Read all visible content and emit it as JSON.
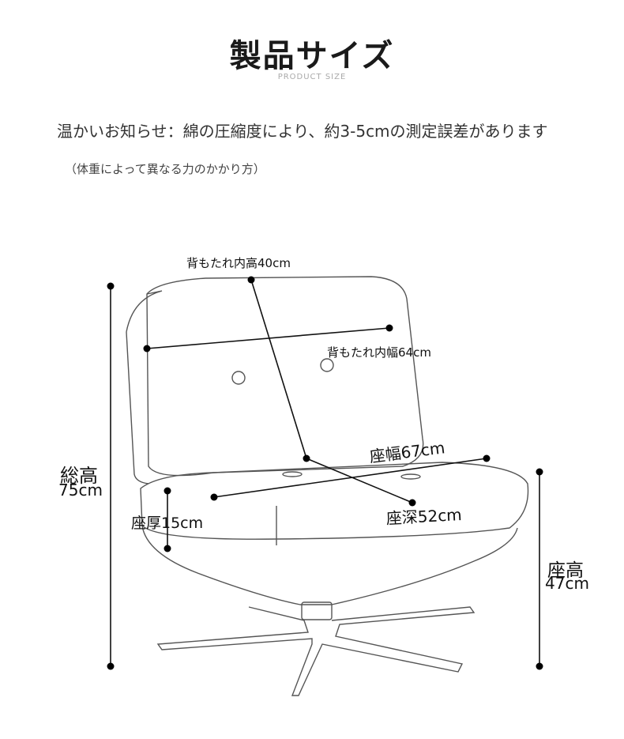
{
  "header": {
    "title": "製品サイズ",
    "subtitle": "PRODUCT SIZE"
  },
  "notice": "温かいお知らせ：綿の圧縮度により、約3-5cmの測定誤差があります",
  "note": "（体重によって異なる力のかかり方）",
  "dimensions": {
    "backrest_inner_height": "背もたれ内高40cm",
    "backrest_inner_width": "背もたれ内幅64cm",
    "seat_width": "座幅67cm",
    "seat_depth": "座深52cm",
    "seat_thickness": "座厚15cm",
    "total_height_label": "総高",
    "total_height_value": "75cm",
    "seat_height_label": "座高",
    "seat_height_value": "47cm"
  }
}
